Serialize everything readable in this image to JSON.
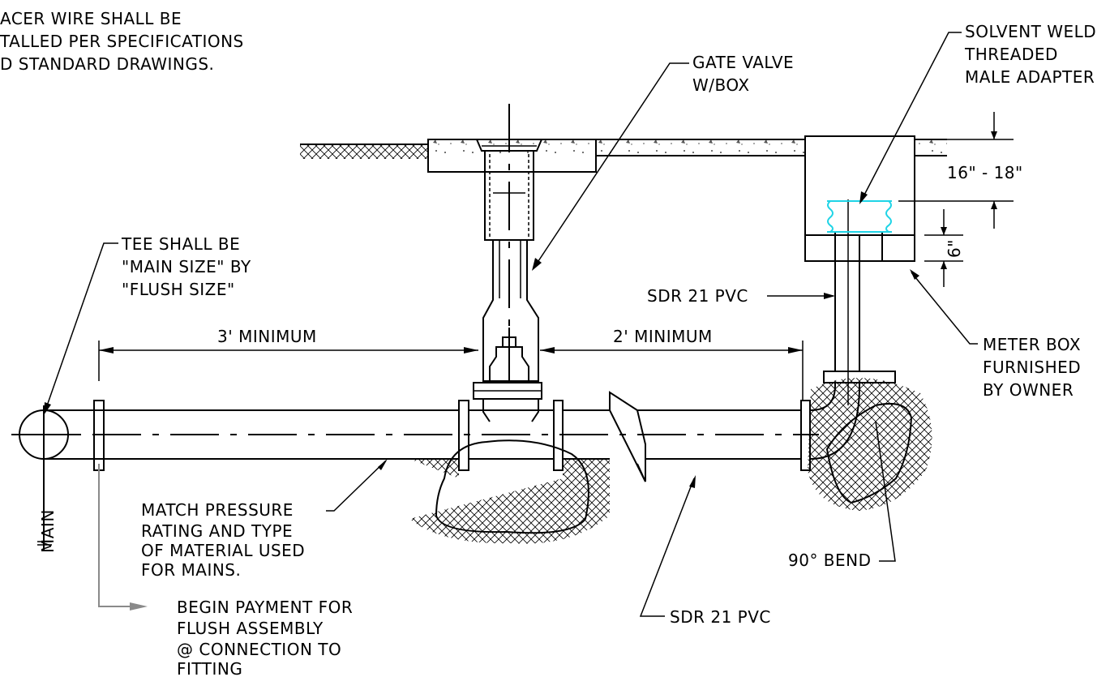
{
  "notes": {
    "tracer_1": "ACER WIRE SHALL BE",
    "tracer_2": "TALLED PER SPECIFICATIONS",
    "tracer_3": "D STANDARD DRAWINGS."
  },
  "labels": {
    "gate_valve_1": "GATE VALVE",
    "gate_valve_2": "W/BOX",
    "solvent_1": "SOLVENT WELD",
    "solvent_2": "THREADED",
    "solvent_3": "MALE ADAPTER",
    "dim_16_18": "16\" - 18\"",
    "dim_6": "6\"",
    "tee_1": "TEE SHALL BE",
    "tee_2": "\"MAIN SIZE\" BY",
    "tee_3": "\"FLUSH SIZE\"",
    "sdr_upper": "SDR 21 PVC",
    "three_min": "3' MINIMUM",
    "two_min": "2' MINIMUM",
    "meter_1": "METER BOX",
    "meter_2": "FURNISHED",
    "meter_3": "BY OWNER",
    "main": "MAIN",
    "match_1": "MATCH PRESSURE",
    "match_2": "RATING AND TYPE",
    "match_3": "OF MATERIAL USED",
    "match_4": "FOR MAINS.",
    "bend": "90° BEND",
    "sdr_lower": "SDR 21 PVC",
    "payment_1": "BEGIN PAYMENT FOR",
    "payment_2": "FLUSH  ASSEMBLY",
    "payment_3": "@ CONNECTION TO",
    "payment_4": "FITTING"
  },
  "colors": {
    "line": "#000000",
    "leader_gray": "#8a8a8a",
    "adapter_cyan": "#1fd4e6"
  }
}
